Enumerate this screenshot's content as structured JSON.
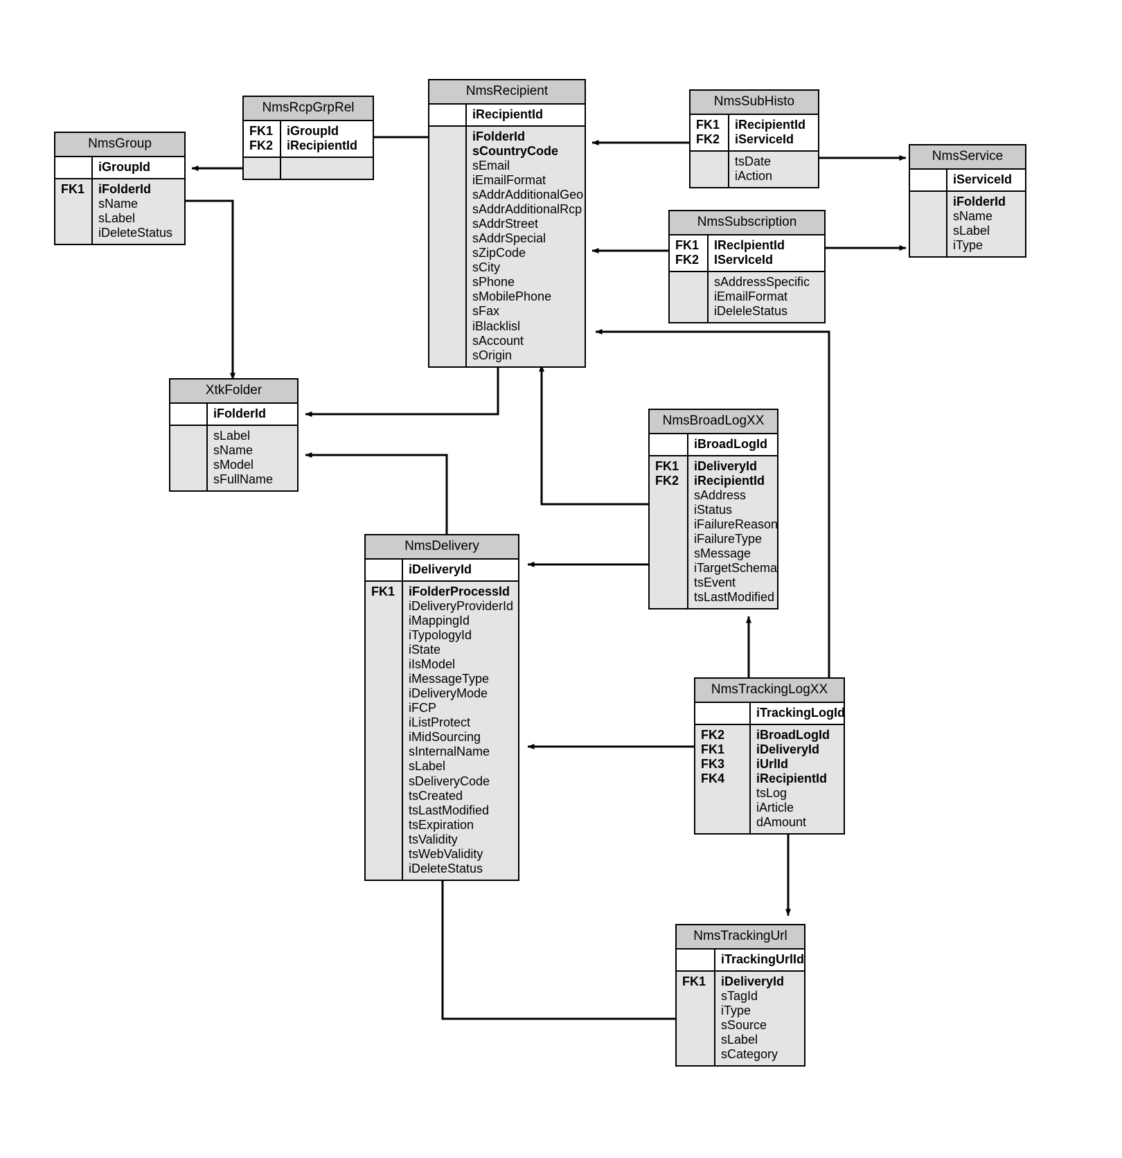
{
  "diagram": {
    "title": "Adobe Campaign NMS data model entity relationship diagram",
    "type": "erd",
    "background_color": "#ffffff",
    "header_color": "#cccccc",
    "pk_section_color": "#ffffff",
    "attr_section_color": "#e4e4e4",
    "border_color": "#000000"
  },
  "entities": {
    "nmsgroup": {
      "name": "NmsGroup",
      "keys_pk": [
        ""
      ],
      "pk_fields": [
        "iGroupId"
      ],
      "keys_attr": [
        "FK1",
        "",
        "",
        ""
      ],
      "attr_fields": [
        "iFolderId",
        "sName",
        "sLabel",
        "iDeleteStatus"
      ],
      "bold_attrs": [
        true,
        false,
        false,
        false
      ]
    },
    "nmsrcpgrprel": {
      "name": "NmsRcpGrpRel",
      "keys_pk": [
        "FK1",
        "FK2"
      ],
      "pk_fields": [
        "iGroupId",
        "iRecipientId"
      ],
      "bold_pk": [
        true,
        true
      ],
      "keys_attr": [],
      "attr_fields": [],
      "bold_attrs": []
    },
    "nmsrecipient": {
      "name": "NmsRecipient",
      "keys_pk": [
        ""
      ],
      "pk_fields": [
        "iRecipientId"
      ],
      "keys_attr": [],
      "attr_fields": [
        "iFolderId",
        "sCountryCode",
        "sEmail",
        "iEmailFormat",
        "sAddrAdditionalGeo",
        "sAddrAdditionalRcp",
        "sAddrStreet",
        "sAddrSpecial",
        "sZipCode",
        "sCity",
        "sPhone",
        "sMobilePhone",
        "sFax",
        "iBlacklisl",
        "sAccount",
        "sOrigin"
      ],
      "bold_attrs": [
        true,
        true,
        false,
        false,
        false,
        false,
        false,
        false,
        false,
        false,
        false,
        false,
        false,
        false,
        false,
        false
      ]
    },
    "nmssubhisto": {
      "name": "NmsSubHisto",
      "keys_pk": [
        "FK1",
        "FK2"
      ],
      "pk_fields": [
        "iRecipientId",
        "iServiceId"
      ],
      "bold_pk": [
        true,
        true
      ],
      "keys_attr": [],
      "attr_fields": [
        "tsDate",
        "iAction"
      ],
      "bold_attrs": [
        false,
        false
      ]
    },
    "nmsservice": {
      "name": "NmsService",
      "keys_pk": [
        ""
      ],
      "pk_fields": [
        "iServiceId"
      ],
      "keys_attr": [],
      "attr_fields": [
        "iFolderId",
        "sName",
        "sLabel",
        "iType"
      ],
      "bold_attrs": [
        true,
        false,
        false,
        false
      ]
    },
    "nmssubscription": {
      "name": "NmsSubscription",
      "keys_pk": [
        "FK1",
        "FK2"
      ],
      "pk_fields": [
        "IReclpientId",
        "IServIceId"
      ],
      "bold_pk": [
        true,
        true
      ],
      "keys_attr": [],
      "attr_fields": [
        "sAddressSpecific",
        "iEmailFormat",
        "iDeleleStatus"
      ],
      "bold_attrs": [
        false,
        false,
        false
      ]
    },
    "xtkfolder": {
      "name": "XtkFolder",
      "keys_pk": [
        ""
      ],
      "pk_fields": [
        "iFolderId"
      ],
      "keys_attr": [],
      "attr_fields": [
        "sLabel",
        "sName",
        "sModel",
        "sFullName"
      ],
      "bold_attrs": [
        false,
        false,
        false,
        false
      ]
    },
    "nmsbroadlogxx": {
      "name": "NmsBroadLogXX",
      "keys_pk": [
        ""
      ],
      "pk_fields": [
        "iBroadLogId"
      ],
      "keys_attr": [
        "FK1",
        "FK2"
      ],
      "attr_fields": [
        "iDeliveryId",
        "iRecipientId",
        "sAddress",
        "iStatus",
        "iFailureReason",
        "iFailureType",
        "sMessage",
        "iTargetSchema",
        "tsEvent",
        "tsLastModified"
      ],
      "bold_attrs": [
        true,
        true,
        false,
        false,
        false,
        false,
        false,
        false,
        false,
        false
      ]
    },
    "nmsdelivery": {
      "name": "NmsDelivery",
      "keys_pk": [
        ""
      ],
      "pk_fields": [
        "iDeliveryId"
      ],
      "keys_attr": [
        "FK1"
      ],
      "attr_fields": [
        "iFolderProcessId",
        "iDeliveryProviderId",
        "iMappingId",
        "iTypologyId",
        "iState",
        "iIsModel",
        "iMessageType",
        "iDeliveryMode",
        "iFCP",
        "iListProtect",
        "iMidSourcing",
        "sInternalName",
        "sLabel",
        "sDeliveryCode",
        "tsCreated",
        "tsLastModified",
        "tsExpiration",
        "tsValidity",
        "tsWebValidity",
        "iDeleteStatus"
      ],
      "bold_attrs": [
        true,
        false,
        false,
        false,
        false,
        false,
        false,
        false,
        false,
        false,
        false,
        false,
        false,
        false,
        false,
        false,
        false,
        false,
        false,
        false
      ]
    },
    "nmstrackinglogxx": {
      "name": "NmsTrackingLogXX",
      "keys_pk": [
        ""
      ],
      "pk_fields": [
        "iTrackingLogId"
      ],
      "keys_attr": [
        "FK2",
        "FK1",
        "FK3",
        "FK4"
      ],
      "attr_fields": [
        "iBroadLogId",
        "iDeliveryId",
        "iUrlId",
        "iRecipientId",
        "tsLog",
        "iArticle",
        "dAmount"
      ],
      "bold_attrs": [
        true,
        true,
        true,
        true,
        false,
        false,
        false
      ]
    },
    "nmstrackingurl": {
      "name": "NmsTrackingUrl",
      "keys_pk": [
        ""
      ],
      "pk_fields": [
        "iTrackingUrlId"
      ],
      "keys_attr": [
        "FK1"
      ],
      "attr_fields": [
        "iDeliveryId",
        "sTagId",
        "iType",
        "sSource",
        "sLabel",
        "sCategory"
      ],
      "bold_attrs": [
        true,
        false,
        false,
        false,
        false,
        false
      ]
    }
  },
  "relationships": [
    {
      "from": "NmsRcpGrpRel",
      "to": "NmsGroup",
      "label": "iGroupId"
    },
    {
      "from": "NmsRcpGrpRel",
      "to": "NmsRecipient",
      "label": "iRecipientId"
    },
    {
      "from": "NmsSubHisto",
      "to": "NmsRecipient",
      "label": "iRecipientId"
    },
    {
      "from": "NmsSubHisto",
      "to": "NmsService",
      "label": "iServiceId"
    },
    {
      "from": "NmsSubscription",
      "to": "NmsRecipient",
      "label": "IReclpientId"
    },
    {
      "from": "NmsSubscription",
      "to": "NmsService",
      "label": "IServIceId"
    },
    {
      "from": "NmsGroup",
      "to": "XtkFolder",
      "label": "iFolderId"
    },
    {
      "from": "NmsRecipient",
      "to": "XtkFolder",
      "label": "iFolderId"
    },
    {
      "from": "NmsDelivery",
      "to": "XtkFolder",
      "label": "iFolderProcessId"
    },
    {
      "from": "NmsBroadLogXX",
      "to": "NmsRecipient",
      "label": "iRecipientId"
    },
    {
      "from": "NmsBroadLogXX",
      "to": "NmsDelivery",
      "label": "iDeliveryId"
    },
    {
      "from": "NmsTrackingLogXX",
      "to": "NmsBroadLogXX",
      "label": "iBroadLogId"
    },
    {
      "from": "NmsTrackingLogXX",
      "to": "NmsDelivery",
      "label": "iDeliveryId"
    },
    {
      "from": "NmsTrackingLogXX",
      "to": "NmsRecipient",
      "label": "iRecipientId"
    },
    {
      "from": "NmsTrackingLogXX",
      "to": "NmsTrackingUrl",
      "label": "iUrlId"
    },
    {
      "from": "NmsTrackingUrl",
      "to": "NmsDelivery",
      "label": "iDeliveryId"
    }
  ]
}
